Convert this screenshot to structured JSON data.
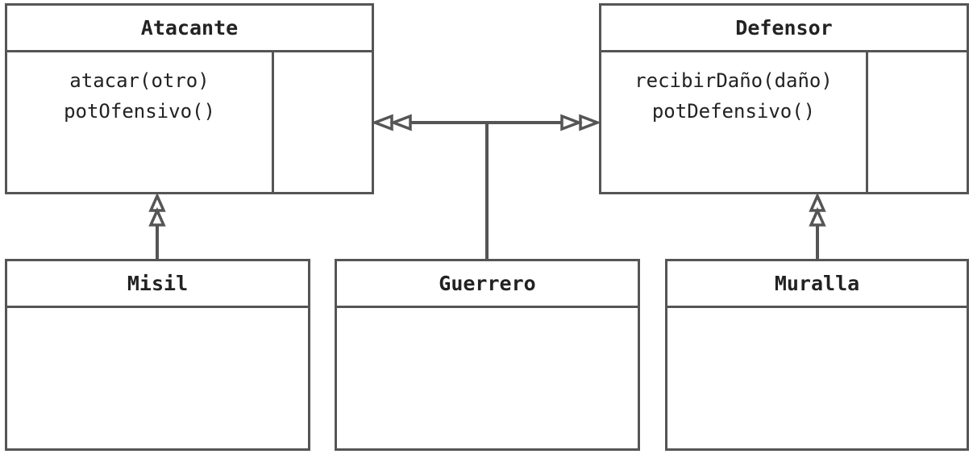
{
  "colors": {
    "stroke": "#555555",
    "text": "#222222",
    "background": "#ffffff"
  },
  "classes": {
    "atacante": {
      "name": "Atacante",
      "methods": [
        "atacar(otro)",
        "potOfensivo()"
      ]
    },
    "defensor": {
      "name": "Defensor",
      "methods": [
        "recibirDaño(daño)",
        "potDefensivo()"
      ]
    },
    "misil": {
      "name": "Misil"
    },
    "guerrero": {
      "name": "Guerrero"
    },
    "muralla": {
      "name": "Muralla"
    }
  },
  "relations": [
    {
      "from": "Misil",
      "to": "Atacante",
      "type": "realization"
    },
    {
      "from": "Guerrero",
      "to": "Atacante",
      "type": "realization"
    },
    {
      "from": "Guerrero",
      "to": "Defensor",
      "type": "realization"
    },
    {
      "from": "Muralla",
      "to": "Defensor",
      "type": "realization"
    }
  ]
}
